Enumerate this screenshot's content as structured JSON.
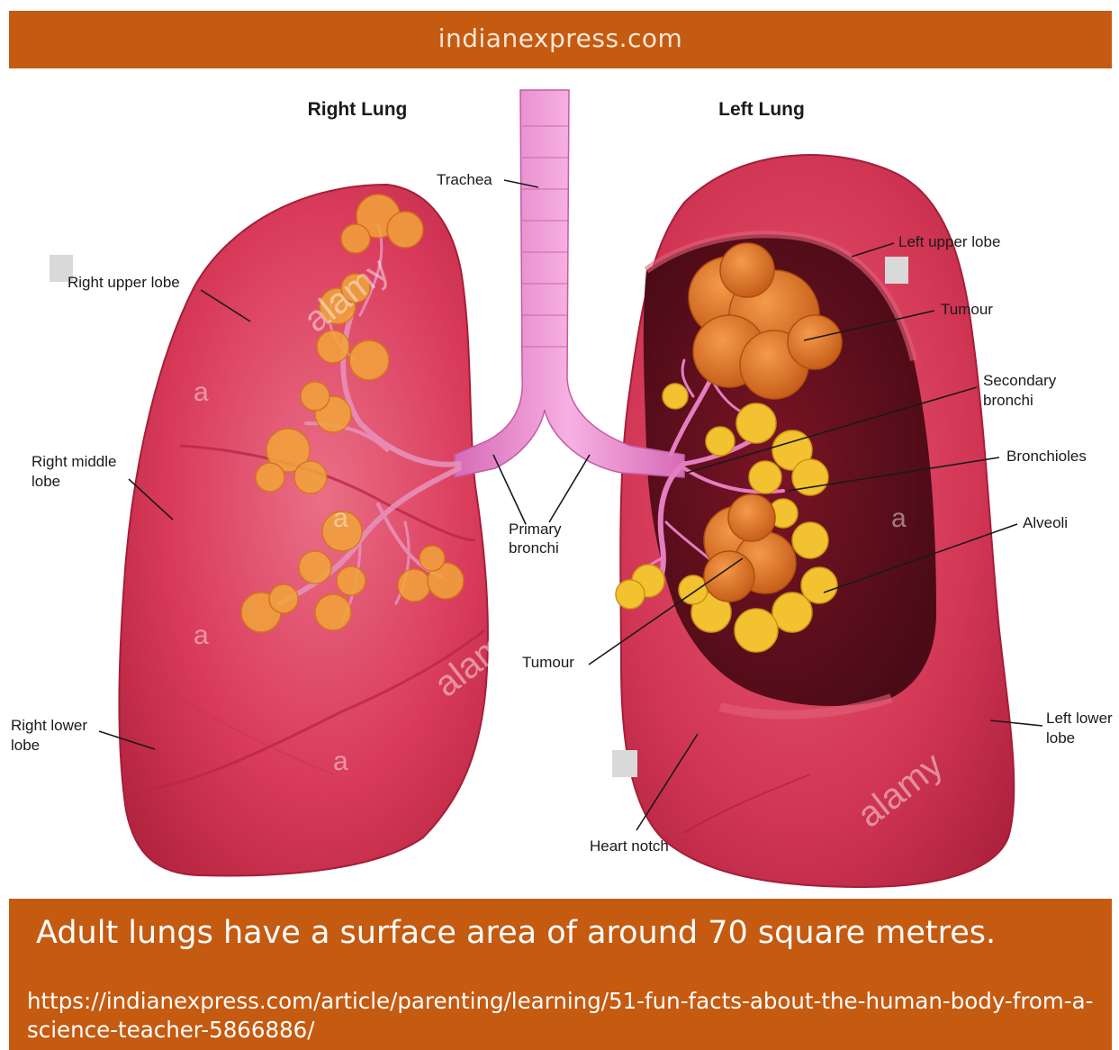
{
  "header": {
    "site": "indianexpress.com"
  },
  "diagram": {
    "headings": {
      "right_lung": "Right Lung",
      "left_lung": "Left Lung"
    },
    "labels": {
      "trachea": "Trachea",
      "right_upper_lobe": "Right upper lobe",
      "right_middle_lobe": [
        "Right middle",
        "lobe"
      ],
      "right_lower_lobe": [
        "Right lower",
        "lobe"
      ],
      "primary_bronchi": [
        "Primary",
        "bronchi"
      ],
      "tumour_left_center": "Tumour",
      "heart_notch": "Heart notch",
      "left_upper_lobe": "Left upper lobe",
      "tumour_right": "Tumour",
      "secondary_bronchi": [
        "Secondary",
        "bronchi"
      ],
      "bronchioles": "Bronchioles",
      "alveoli": "Alveoli",
      "left_lower_lobe": [
        "Left lower",
        "lobe"
      ]
    },
    "watermark": {
      "brand": "alamy",
      "letter": "a"
    },
    "colors": {
      "lung": "#d93a5a",
      "lung_dark": "#a8203c",
      "trachea": "#ee8fd0",
      "tumour": "#e0782a",
      "alveoli": "#f2c230",
      "cavity": "#5a0f1c"
    }
  },
  "footer": {
    "fact": "Adult lungs have a surface area of around 70 square metres.",
    "url": "https://indianexpress.com/article/parenting/learning/51-fun-facts-about-the-human-body-from-a-science-teacher-5866886/"
  }
}
